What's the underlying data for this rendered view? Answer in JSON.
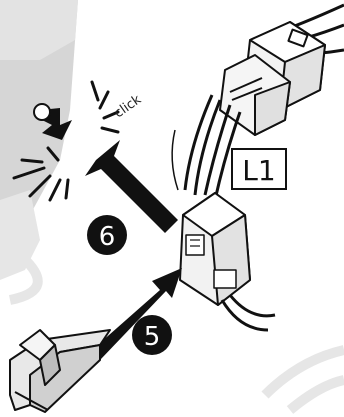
{
  "labels": {
    "click": "click",
    "connector_label": "L1",
    "step_a": "6",
    "step_b": "5"
  },
  "colors": {
    "ink": "#111111",
    "paper": "#ffffff",
    "panel": "#d9d9d9",
    "panel_dark": "#bdbdbd",
    "connector": "#f2f2f2",
    "ghost": "#eeeeee"
  }
}
